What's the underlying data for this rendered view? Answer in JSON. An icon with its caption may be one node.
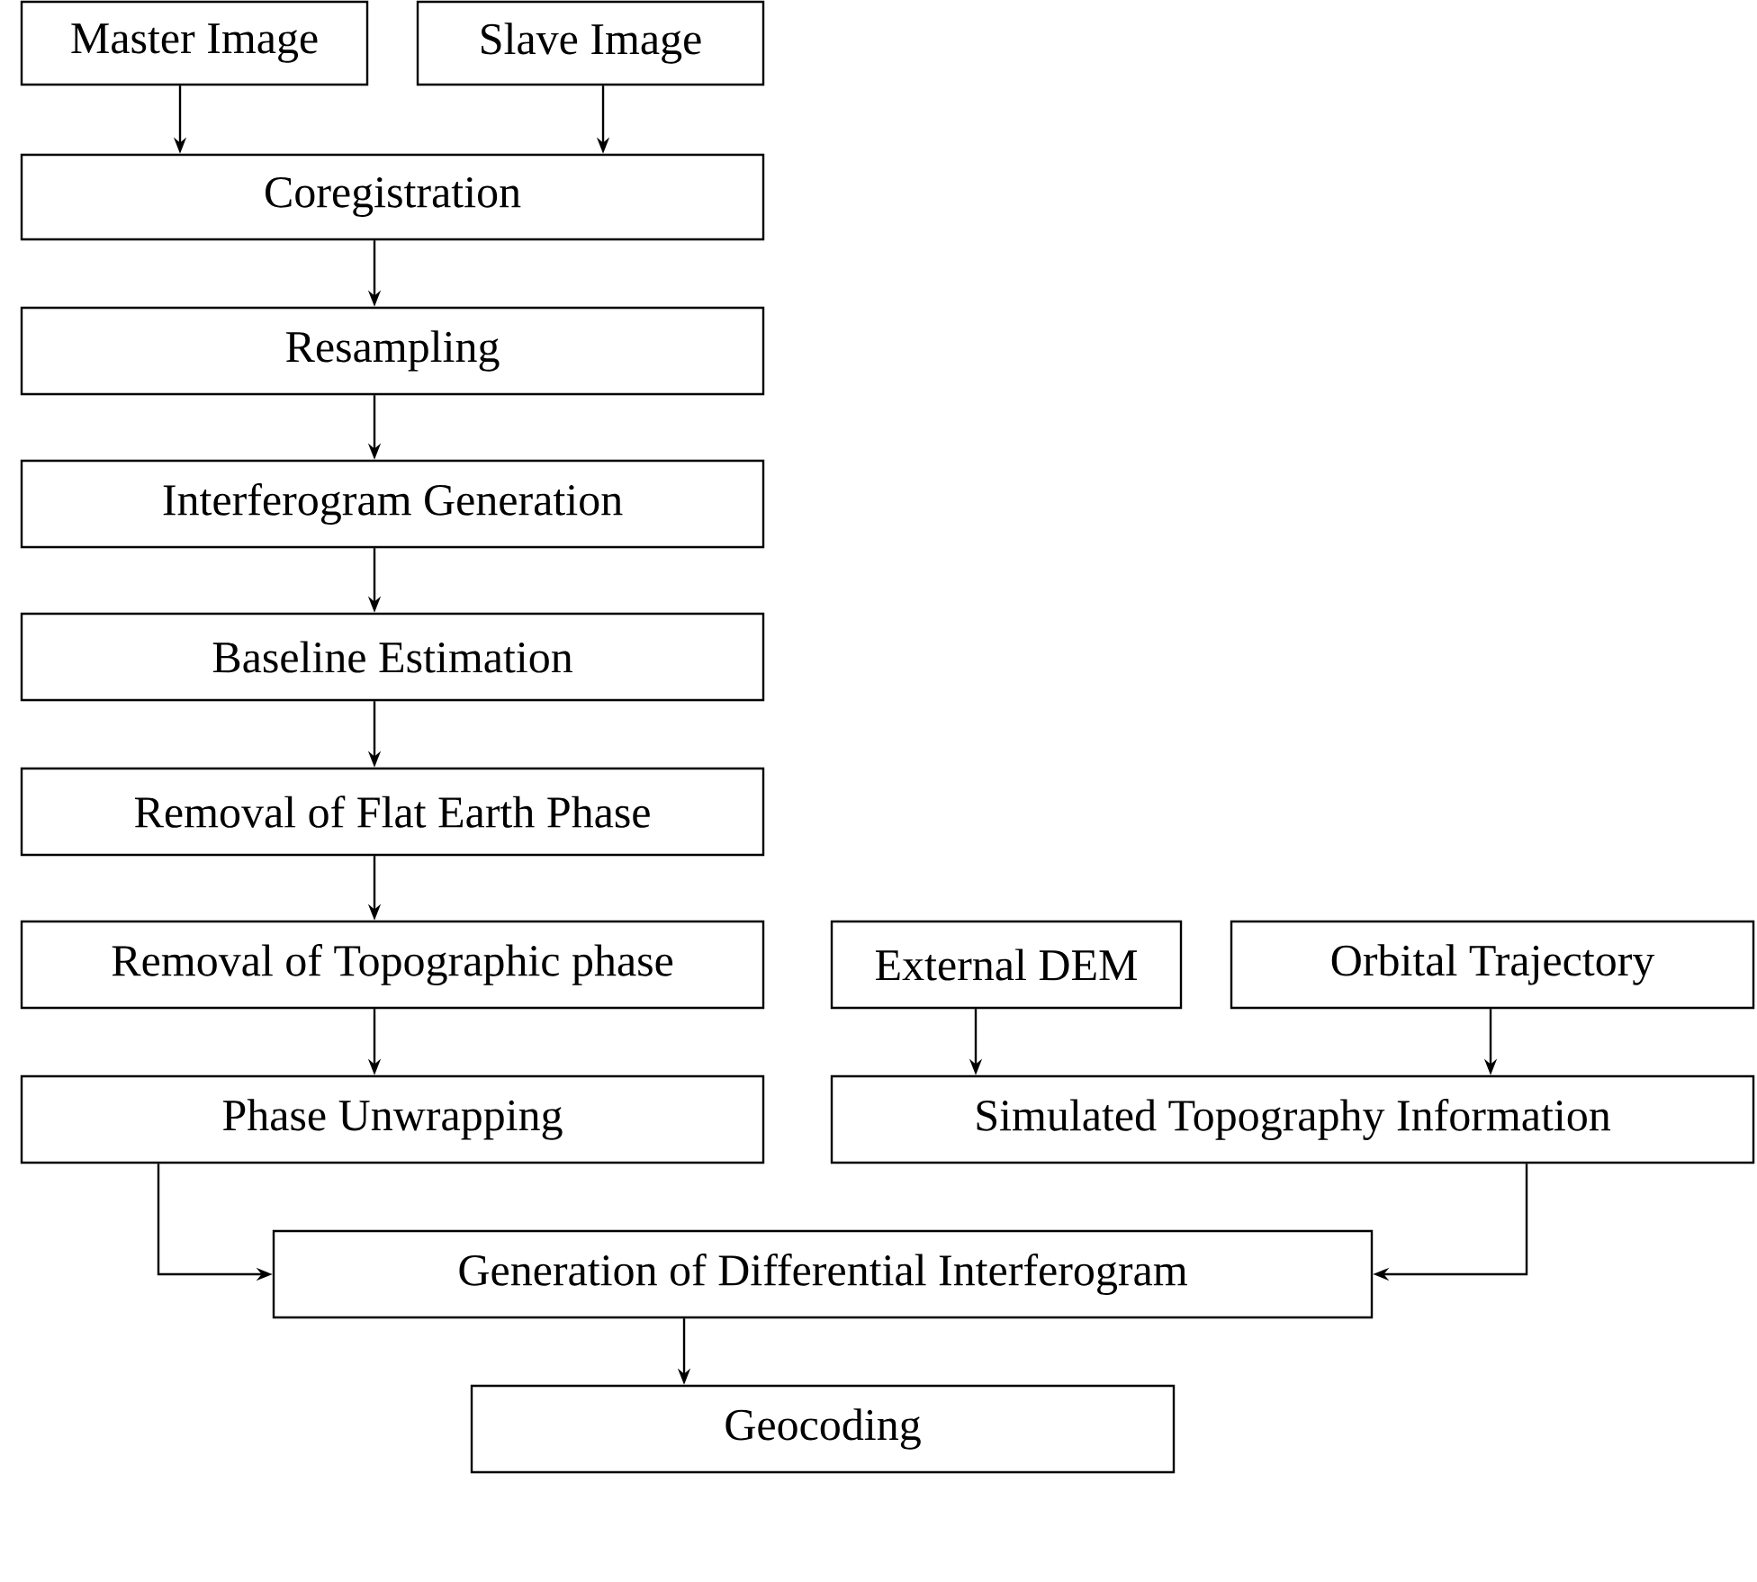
{
  "diagram": {
    "nodes": [
      {
        "text": [
          "Master Image"
        ]
      },
      {
        "text": [
          "Slave Image"
        ]
      },
      {
        "text": [
          "Coregistration"
        ]
      },
      {
        "text": [
          "Resampling"
        ]
      },
      {
        "text": [
          "Interferogram Generation"
        ]
      },
      {
        "text": [
          "Baseline Estimation"
        ]
      },
      {
        "text": [
          "Removal of Flat Earth Phase"
        ]
      },
      {
        "text": [
          "Removal of Topographic phase"
        ]
      },
      {
        "text": [
          "External DEM"
        ]
      },
      {
        "text": [
          "Orbital Trajectory"
        ]
      },
      {
        "text": [
          "Phase Unwrapping"
        ]
      },
      {
        "text": [
          "Simulated Topography Information"
        ]
      },
      {
        "text": [
          "Generation of Differential Interferogram"
        ]
      },
      {
        "text": [
          "Geocoding"
        ]
      }
    ],
    "edges": [
      {
        "from": 0,
        "to": 2,
        "arrow": "to"
      },
      {
        "from": 1,
        "to": 2,
        "arrow": "to"
      },
      {
        "from": 2,
        "to": 3,
        "arrow": "to"
      },
      {
        "from": 3,
        "to": 4,
        "arrow": "to"
      },
      {
        "from": 4,
        "to": 5,
        "arrow": "to"
      },
      {
        "from": 5,
        "to": 6,
        "arrow": "to"
      },
      {
        "from": 6,
        "to": 7,
        "arrow": "to"
      },
      {
        "from": 7,
        "to": 10,
        "arrow": "to"
      },
      {
        "from": 8,
        "to": 11,
        "arrow": "to"
      },
      {
        "from": 9,
        "to": 11,
        "arrow": "to"
      },
      {
        "from": 10,
        "to": 12,
        "arrow": "to"
      },
      {
        "from": 11,
        "to": 12,
        "arrow": "to"
      },
      {
        "from": 12,
        "to": 13,
        "arrow": "to"
      }
    ]
  }
}
